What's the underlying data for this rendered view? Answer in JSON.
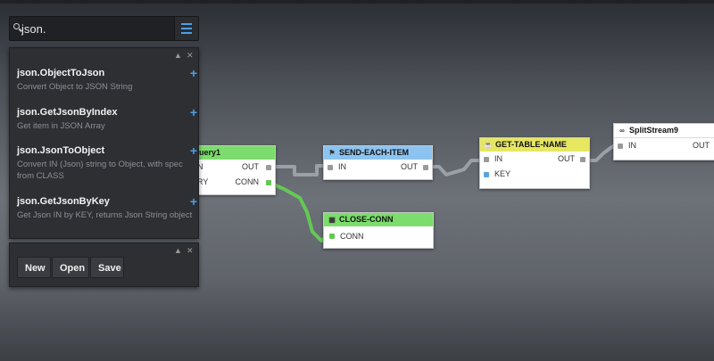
{
  "search": {
    "value": "json."
  },
  "functions": [
    {
      "name": "json.ObjectToJson",
      "desc": "Convert Object to JSON String"
    },
    {
      "name": "json.GetJsonByIndex",
      "desc": "Get item in JSON Array"
    },
    {
      "name": "json.JsonToObject",
      "desc": "Convert IN (Json) string to Object, with spec from CLASS"
    },
    {
      "name": "json.GetJsonByKey",
      "desc": "Get Json IN by KEY, returns Json String object"
    }
  ],
  "file_buttons": {
    "new": "New",
    "open": "Open",
    "save": "Save"
  },
  "nodes": {
    "query": {
      "title": "uery1",
      "ports_in": [
        "N",
        "RY"
      ],
      "ports_out": [
        "OUT",
        "CONN"
      ],
      "color": "#7cdc6c"
    },
    "send_each_item": {
      "title": "SEND-EACH-ITEM",
      "ports_in": [
        "IN"
      ],
      "ports_out": [
        "OUT"
      ],
      "color": "#8cc3f0"
    },
    "get_table_name": {
      "title": "GET-TABLE-NAME",
      "ports_in": [
        "IN",
        "KEY"
      ],
      "ports_out": [
        "OUT"
      ],
      "color": "#e6e661"
    },
    "close_conn": {
      "title": "CLOSE-CONN",
      "ports_in": [
        "CONN"
      ],
      "ports_out": [],
      "color": "#7cdc6c"
    },
    "split_stream": {
      "title": "SplitStream9",
      "ports_in": [
        "IN"
      ],
      "ports_out": [
        "OUT"
      ],
      "color": "#ffffff"
    }
  },
  "icons": {
    "search": "search-icon",
    "menu": "menu-icon",
    "pin": "pin-icon",
    "close": "close-icon",
    "add": "plus-icon",
    "tag": "tag-icon",
    "cup": "cup-icon",
    "table": "table-icon",
    "link": "link-icon"
  }
}
